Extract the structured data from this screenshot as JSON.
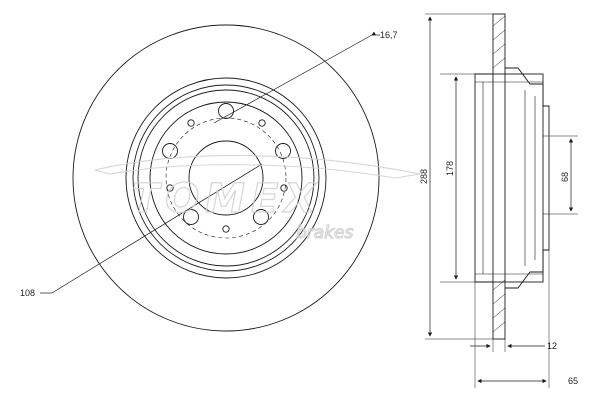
{
  "watermark": {
    "brand": "TOMEX",
    "tagline": "brakes"
  },
  "dimensions": {
    "bolt_hole_diameter": "16,7",
    "outer_diameter": "108",
    "disc_diameter": "288",
    "inner_diameter": "178",
    "center_bore": "68",
    "thickness": "12",
    "total_height": "65"
  },
  "colors": {
    "line": "#1a1a1a",
    "watermark": "#cfcfcf"
  }
}
